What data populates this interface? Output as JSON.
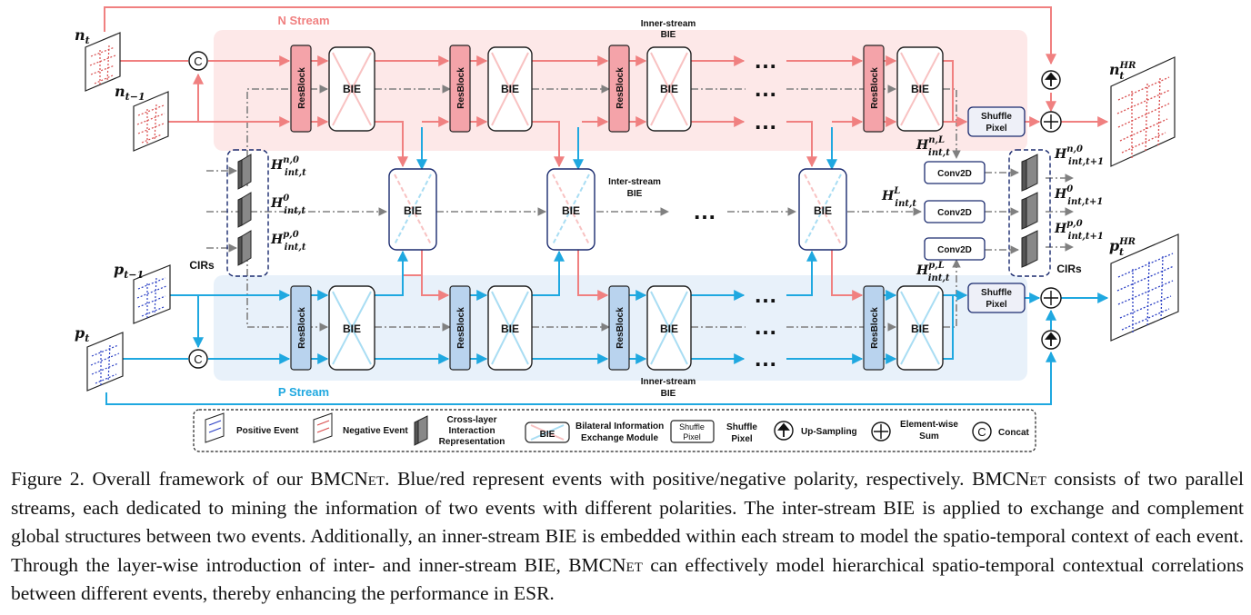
{
  "labels": {
    "n_stream": "N Stream",
    "p_stream": "P Stream",
    "inner_top": [
      "Inner-stream",
      "BIE"
    ],
    "inner_bottom": [
      "Inner-stream",
      "BIE"
    ],
    "inter": [
      "Inter-stream",
      "BIE"
    ],
    "bie": "BIE",
    "resblock": "ResBlock",
    "shuffle": [
      "Shuffle",
      "Pixel"
    ],
    "conv2d": "Conv2D",
    "cirs": "CIRs",
    "ellipsis": "…"
  },
  "math": {
    "n_t": "n",
    "n_t_sub": "t",
    "n_t1": "n",
    "n_t1_sub": "t−1",
    "p_t": "p",
    "p_t_sub": "t",
    "p_t1": "p",
    "p_t1_sub": "t−1",
    "n_hr": "n",
    "n_hr_sub": "t",
    "n_hr_sup": "HR",
    "p_hr": "p",
    "p_hr_sub": "t",
    "p_hr_sup": "HR",
    "h": "H",
    "h_n0_sup": "n,0",
    "h_0_sup": "0",
    "h_p0_sup": "p,0",
    "h_sub_t": "int,t",
    "h_sub_t1": "int,t+1",
    "h_nL_sup": "n,L",
    "h_L_sup": "L",
    "h_pL_sup": "p,L"
  },
  "legend": {
    "positive": "Positive Event",
    "negative": "Negative Event",
    "cross": [
      "Cross-layer",
      "Interaction",
      "Representation"
    ],
    "bie_module": [
      "Bilateral Information",
      "Exchange Module"
    ],
    "shuffle_item": [
      "Shuffle",
      "Pixel"
    ],
    "upsampling": "Up-Sampling",
    "sum": [
      "Element-wise",
      "Sum"
    ],
    "concat": "Concat",
    "concat_symbol": "C"
  },
  "caption": {
    "p1": "Figure 2. Overall framework of our ",
    "name": "BMCNet",
    "p2": ". Blue/red represent events with positive/negative polarity, respectively. ",
    "p3": " consists of two parallel streams, each dedicated to mining the information of two events with different polarities. The inter-stream BIE is applied to exchange and complement global structures between two events. Additionally, an inner-stream BIE is embedded within each stream to model the spatio-temporal context of each event. Through the layer-wise introduction of inter- and inner-stream BIE, ",
    "p4": " can effectively model hierarchical spatio-temporal contextual correlations between different events, thereby enhancing the performance in ESR."
  },
  "colors": {
    "red": "#f08080",
    "blue": "#1fa8e0",
    "red_bg": "#fde8e8",
    "blue_bg": "#e8f1fa",
    "res_red": "#f4a3a9",
    "res_blue": "#b9d3ee",
    "bie_red_x": "#f8c2c2",
    "bie_blue_x": "#a9ddf3",
    "gray": "#808080",
    "n_stream_text": "#f08080",
    "p_stream_text": "#1fa8e0"
  }
}
